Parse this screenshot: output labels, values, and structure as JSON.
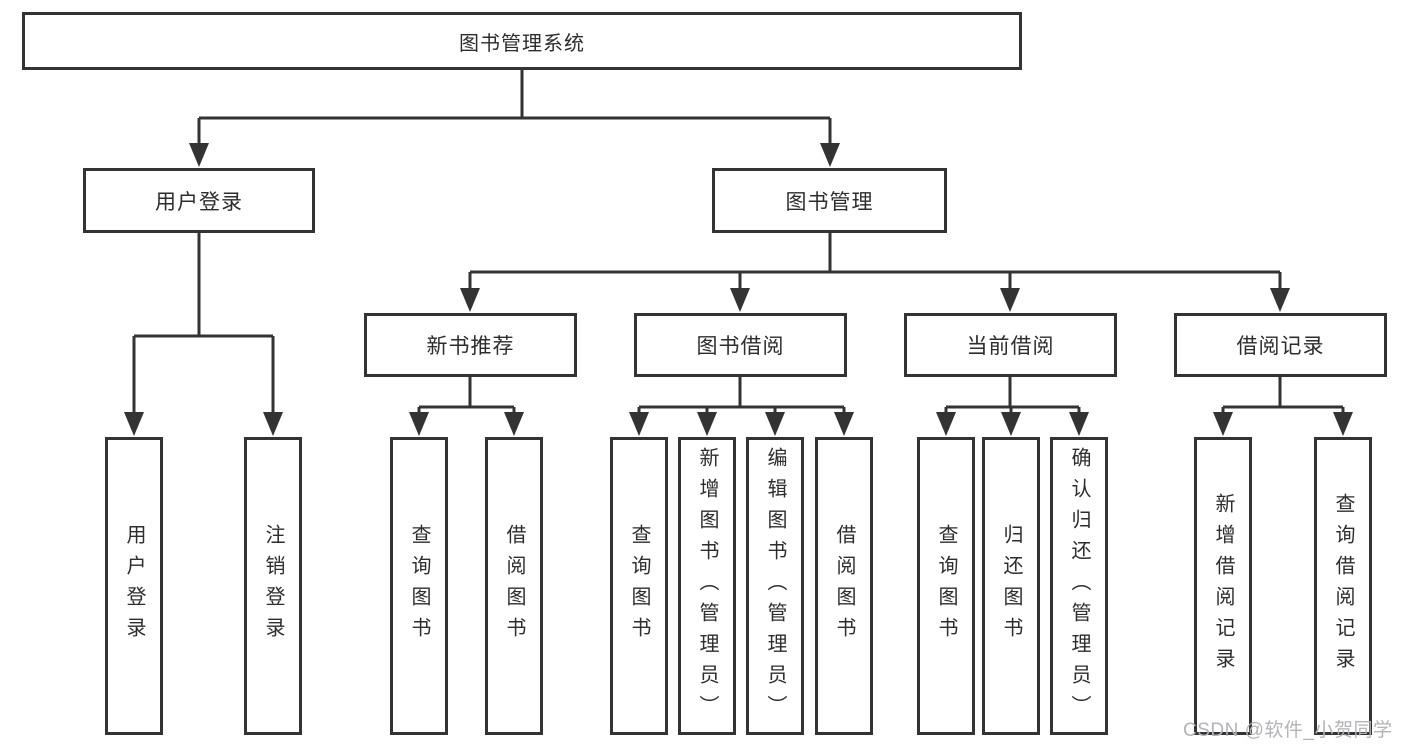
{
  "colors": {
    "line": "#333333",
    "box_bg": "#ffffff",
    "text": "#2d2d2d",
    "watermark": "#b3b3b8",
    "background": "#ffffff"
  },
  "nodes": {
    "root": "图书管理系统",
    "level2": {
      "user_login": "用户登录",
      "book_mgmt": "图书管理"
    },
    "level3": {
      "new_books": "新书推荐",
      "book_borrow": "图书借阅",
      "current_borrow": "当前借阅",
      "borrow_records": "借阅记录"
    },
    "leaves": {
      "a1": "用户登录",
      "a2": "注销登录",
      "b1": "查询图书",
      "b2": "借阅图书",
      "c1": "查询图书",
      "c2": "新增图书（管理员）",
      "c3": "编辑图书（管理员）",
      "c4": "借阅图书",
      "d1": "查询图书",
      "d2": "归还图书",
      "d3": "确认归还（管理员）",
      "e1": "新增借阅记录",
      "e2": "查询借阅记录"
    }
  },
  "watermark": "CSDN @软件_小贺同学"
}
